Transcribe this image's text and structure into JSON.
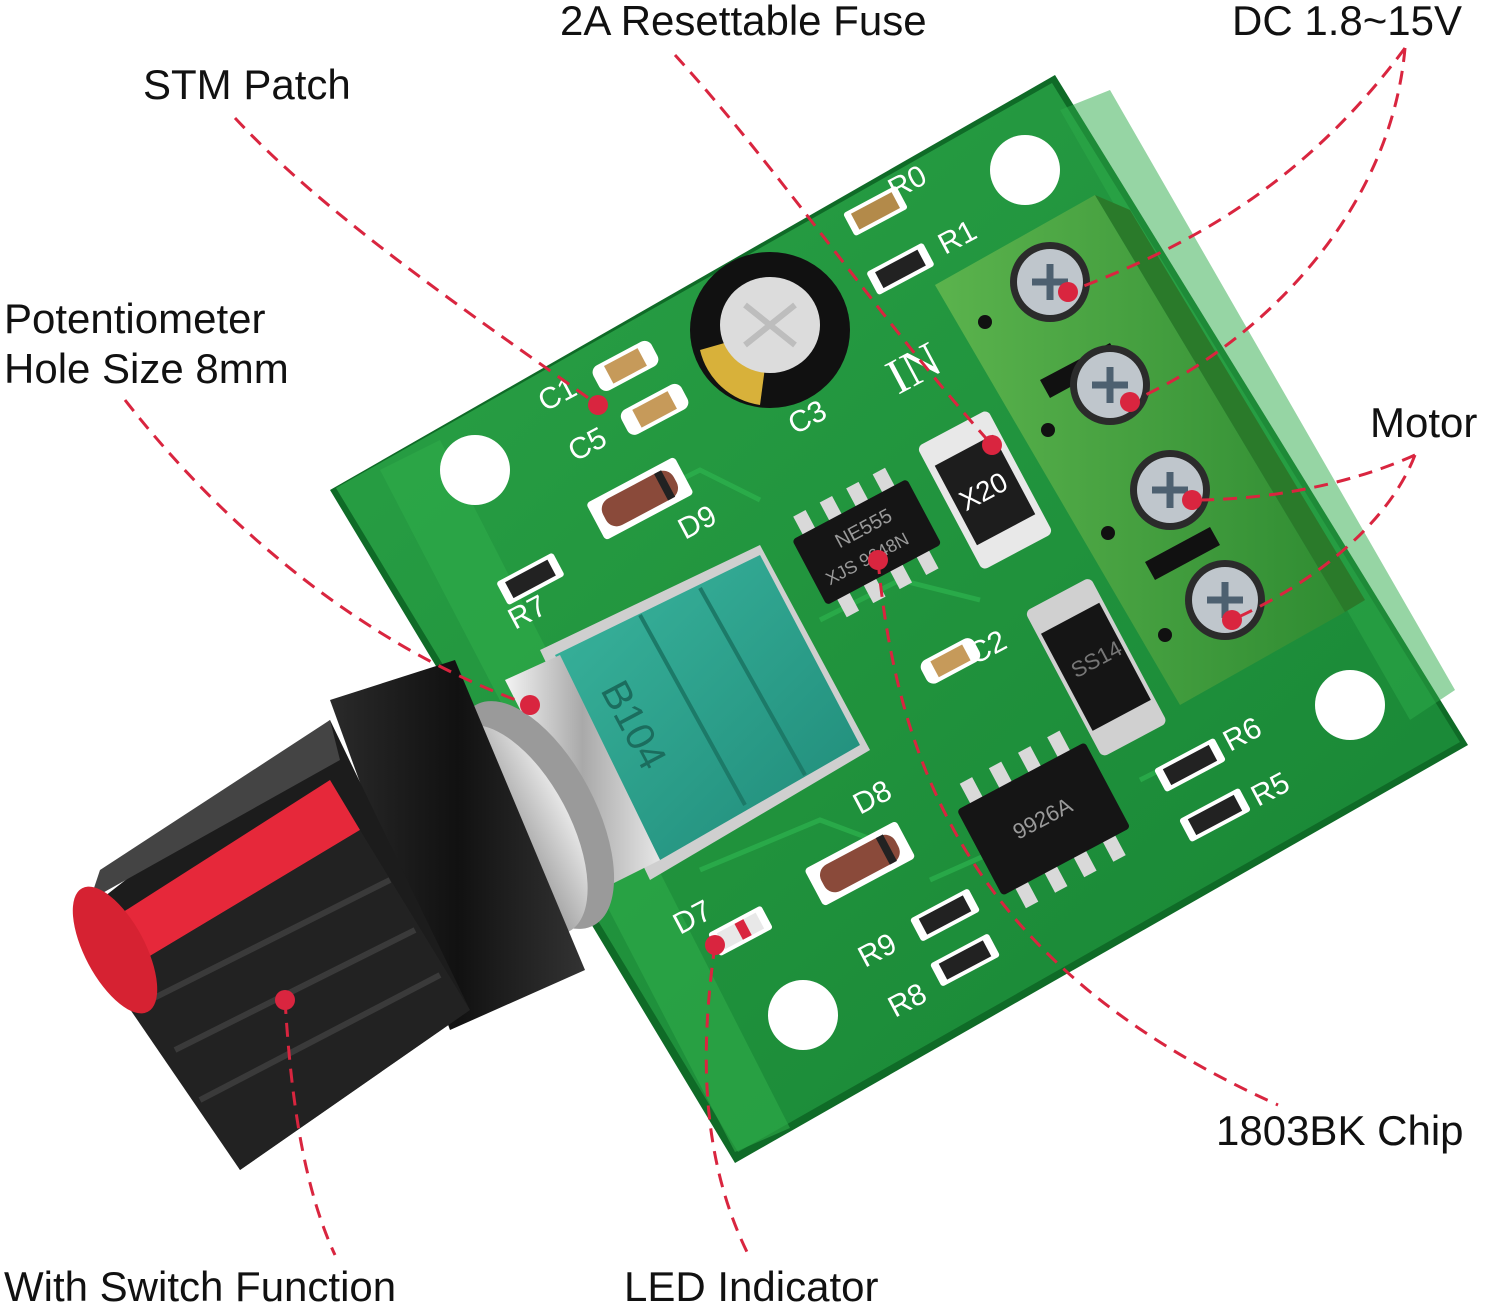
{
  "callouts": {
    "stm_patch": "STM Patch",
    "fuse": "2A Resettable Fuse",
    "dc_voltage": "DC 1.8~15V",
    "pot_line1": "Potentiometer",
    "pot_line2": "Hole Size 8mm",
    "motor": "Motor",
    "chip": "1803BK Chip",
    "switch": "With Switch Function",
    "led": "LED Indicator"
  },
  "board_labels": {
    "r0": "R0",
    "r1": "R1",
    "c1": "C1",
    "c5": "C5",
    "c3": "C3",
    "d9": "D9",
    "r7": "R7",
    "c2": "C2",
    "d8": "D8",
    "d7": "D7",
    "r9": "R9",
    "r8": "R8",
    "r6": "R6",
    "r5": "R5",
    "brand": "IN"
  },
  "component_marks": {
    "pot_code": "B104",
    "timer_chip_line1": "NE555",
    "timer_chip_line2": "XJS 9648N",
    "fuse_code": "X20",
    "diode_code": "SS14",
    "driver_chip": "9926A"
  },
  "colors": {
    "pcb": "#1f8f3a",
    "pcb_dark": "#157a2e",
    "terminal": "#3f9f3c",
    "pot_body": "#2fa08c",
    "knob_red": "#e6283a",
    "callout_line": "#d9253f"
  }
}
